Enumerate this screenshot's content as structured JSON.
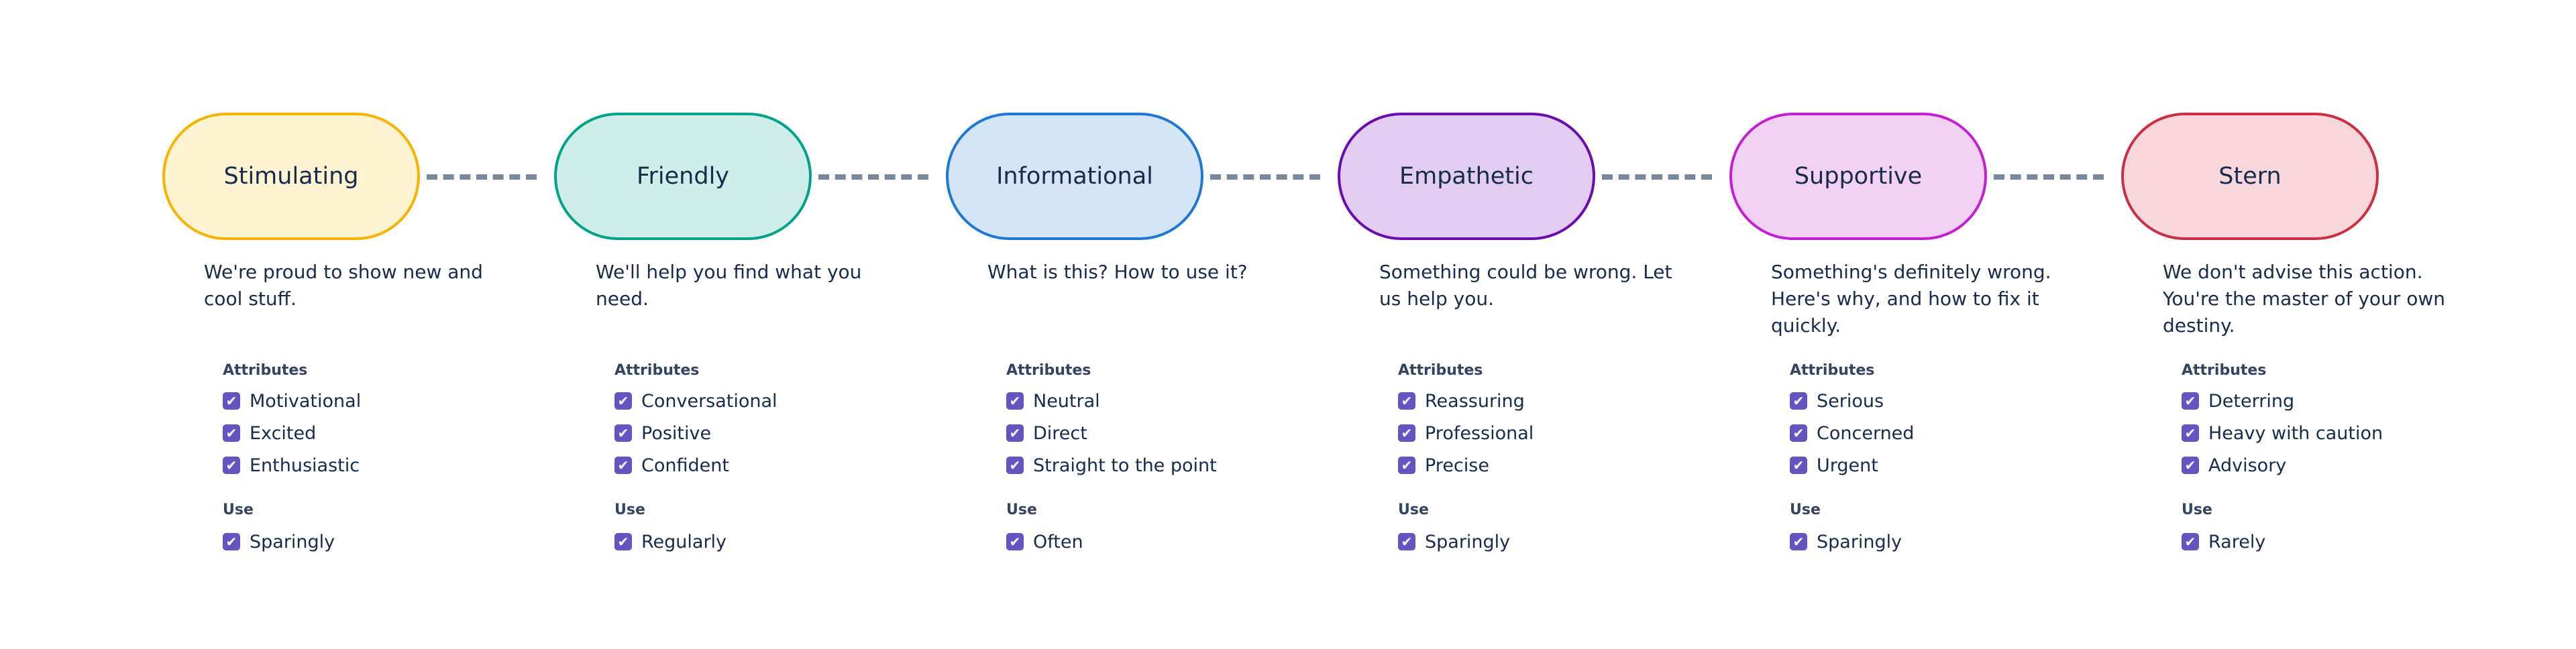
{
  "tones": [
    {
      "id": "stimulating",
      "label": "Stimulating",
      "description": "We're proud to show new and cool stuff.",
      "fill": "#fff3d1",
      "border": "#f4b400",
      "attributes_title": "Attributes",
      "attributes": [
        "Motivational",
        "Excited",
        "Enthusiastic"
      ],
      "use_title": "Use",
      "use": [
        "Sparingly"
      ]
    },
    {
      "id": "friendly",
      "label": "Friendly",
      "description": "We'll help you find what you need.",
      "fill": "#cfeeea",
      "border": "#00a389",
      "attributes_title": "Attributes",
      "attributes": [
        "Conversational",
        "Positive",
        "Confident"
      ],
      "use_title": "Use",
      "use": [
        "Regularly"
      ]
    },
    {
      "id": "informational",
      "label": "Informational",
      "description": "What is this? How to use it?",
      "fill": "#d4e5f7",
      "border": "#1f78d1",
      "attributes_title": "Attributes",
      "attributes": [
        "Neutral",
        "Direct",
        "Straight to the point"
      ],
      "use_title": "Use",
      "use": [
        "Often"
      ]
    },
    {
      "id": "empathetic",
      "label": "Empathetic",
      "description": "Something could be wrong. Let us help you.",
      "fill": "#e2ccf2",
      "border": "#6a0dad",
      "attributes_title": "Attributes",
      "attributes": [
        "Reassuring",
        "Professional",
        "Precise"
      ],
      "use_title": "Use",
      "use": [
        "Sparingly"
      ]
    },
    {
      "id": "supportive",
      "label": "Supportive",
      "description": "Something's definitely wrong. Here's why, and how to fix it quickly.",
      "fill": "#f3d1f4",
      "border": "#c320d4",
      "attributes_title": "Attributes",
      "attributes": [
        "Serious",
        "Concerned",
        "Urgent"
      ],
      "use_title": "Use",
      "use": [
        "Sparingly"
      ]
    },
    {
      "id": "stern",
      "label": "Stern",
      "description": "We don't advise this action. You're the master of your own destiny.",
      "fill": "#f7d7db",
      "border": "#cc2e42",
      "attributes_title": "Attributes",
      "attributes": [
        "Deterring",
        "Heavy with caution",
        "Advisory"
      ],
      "use_title": "Use",
      "use": [
        "Rarely"
      ]
    }
  ],
  "connector_color": "#7a869a",
  "check_color": "#6554c0",
  "check_icon": "checkbox-checked-icon"
}
